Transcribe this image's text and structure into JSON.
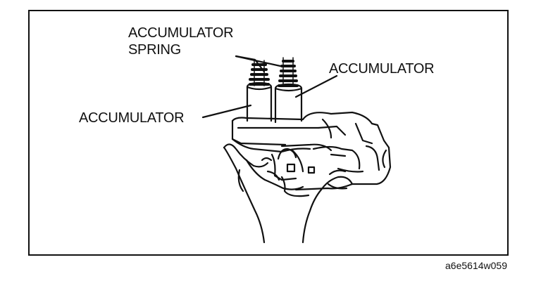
{
  "labels": {
    "spring_line1": "ACCUMULATOR",
    "spring_line2": "SPRING",
    "accumulator_right": "ACCUMULATOR",
    "accumulator_left": "ACCUMULATOR"
  },
  "figure_id": "a6e5614w059"
}
